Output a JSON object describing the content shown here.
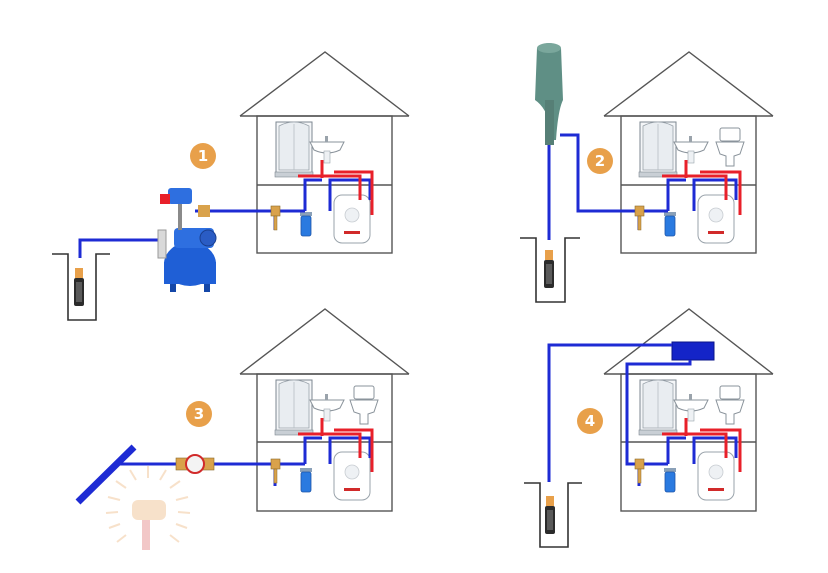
{
  "colors": {
    "cold_pipe": "#1e2bd4",
    "hot_pipe": "#e8202a",
    "house_outline": "#555555",
    "badge": "#e8a04a",
    "pump_blue": "#1f5fd6",
    "tower_green": "#5f8f85",
    "watermark": "#f2c9a0"
  },
  "diagrams": [
    {
      "label": "1",
      "source": "well-pump-accumulator"
    },
    {
      "label": "2",
      "source": "water-tower"
    },
    {
      "label": "3",
      "source": "central-main-with-meter"
    },
    {
      "label": "4",
      "source": "attic-storage-tank"
    }
  ],
  "icons": [
    "shower-cabin-icon",
    "sink-icon",
    "toilet-icon",
    "water-heater-icon",
    "filter-icon",
    "well-pump-icon",
    "meter-icon",
    "tank-icon",
    "tower-icon",
    "watermark-logo"
  ]
}
